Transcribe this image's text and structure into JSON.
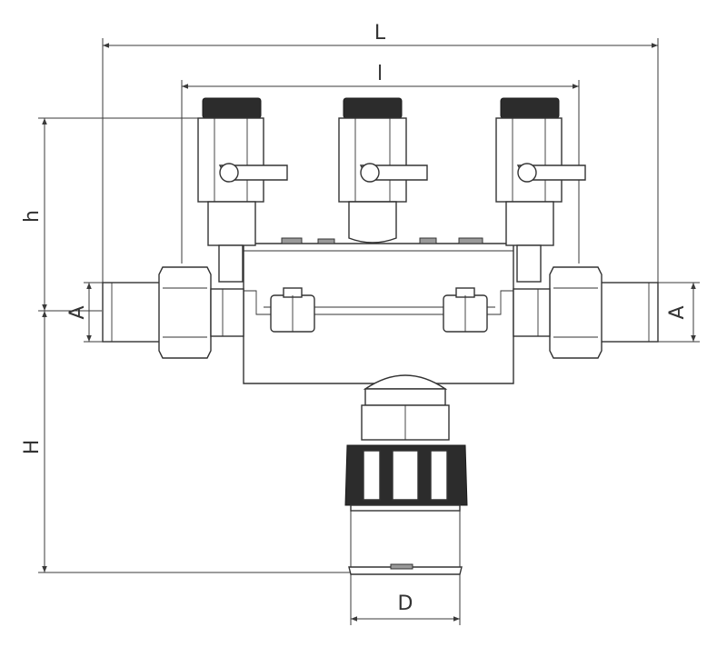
{
  "labels": {
    "L": "L",
    "l": "l",
    "h": "h",
    "H": "H",
    "A_left": "A",
    "A_right": "A",
    "D": "D"
  },
  "colors": {
    "line": "#333333",
    "knob": "#2c2c2c",
    "shade": "#9a9a9a"
  }
}
